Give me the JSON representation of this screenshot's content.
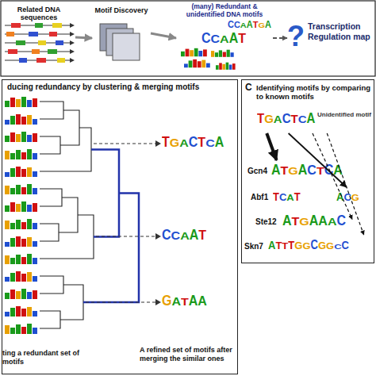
{
  "diagram": {
    "nodes": [
      {
        "text": [
          "Related DNA sequences"
        ]
      },
      {
        "text": [
          "Motif Discovery"
        ]
      },
      {
        "text": [
          "(many) Redundant & unidentified DNA motifs",
          "CCAATGA",
          "CCAAT"
        ]
      },
      {
        "text": [
          "?",
          "Transcription Regulation map"
        ]
      },
      {
        "text": [
          "ducing redundancy by clustering & merging motifs"
        ]
      },
      {
        "text": [
          "C",
          "Identifying motifs by comparing to known motifs"
        ]
      },
      {
        "text": [
          "TGACTCA",
          "Unidentified motif"
        ],
        "in": 5
      },
      {
        "text": [
          "Gcn4",
          "ATGACTCA"
        ],
        "in": 5
      },
      {
        "text": [
          "Abf1",
          "TCAT",
          "ACG"
        ],
        "in": 5
      },
      {
        "text": [
          "Ste12",
          "ATGAAAC"
        ],
        "in": 5
      },
      {
        "text": [
          "Skn7",
          "ATTTGGCGGCC"
        ],
        "in": 5
      }
    ],
    "edges": [
      {
        "from": 0,
        "to": 1,
        "arrow": "to"
      },
      {
        "from": 1,
        "to": 2,
        "arrow": "to"
      },
      {
        "from": 2,
        "to": 3,
        "arrow": "to"
      },
      {
        "from": 6,
        "to": 7,
        "arrow": "to"
      },
      {
        "from": 6,
        "to": 8,
        "arrow": "to"
      },
      {
        "from": 6,
        "to": 9,
        "arrow": "to"
      },
      {
        "from": 6,
        "to": 10,
        "arrow": "to"
      }
    ],
    "labels": [
      "TGACTCA",
      "CCAAT",
      "GATAA",
      "ting a redundant set of motifs",
      "A refined set of motifs after merging the similar ones"
    ]
  }
}
